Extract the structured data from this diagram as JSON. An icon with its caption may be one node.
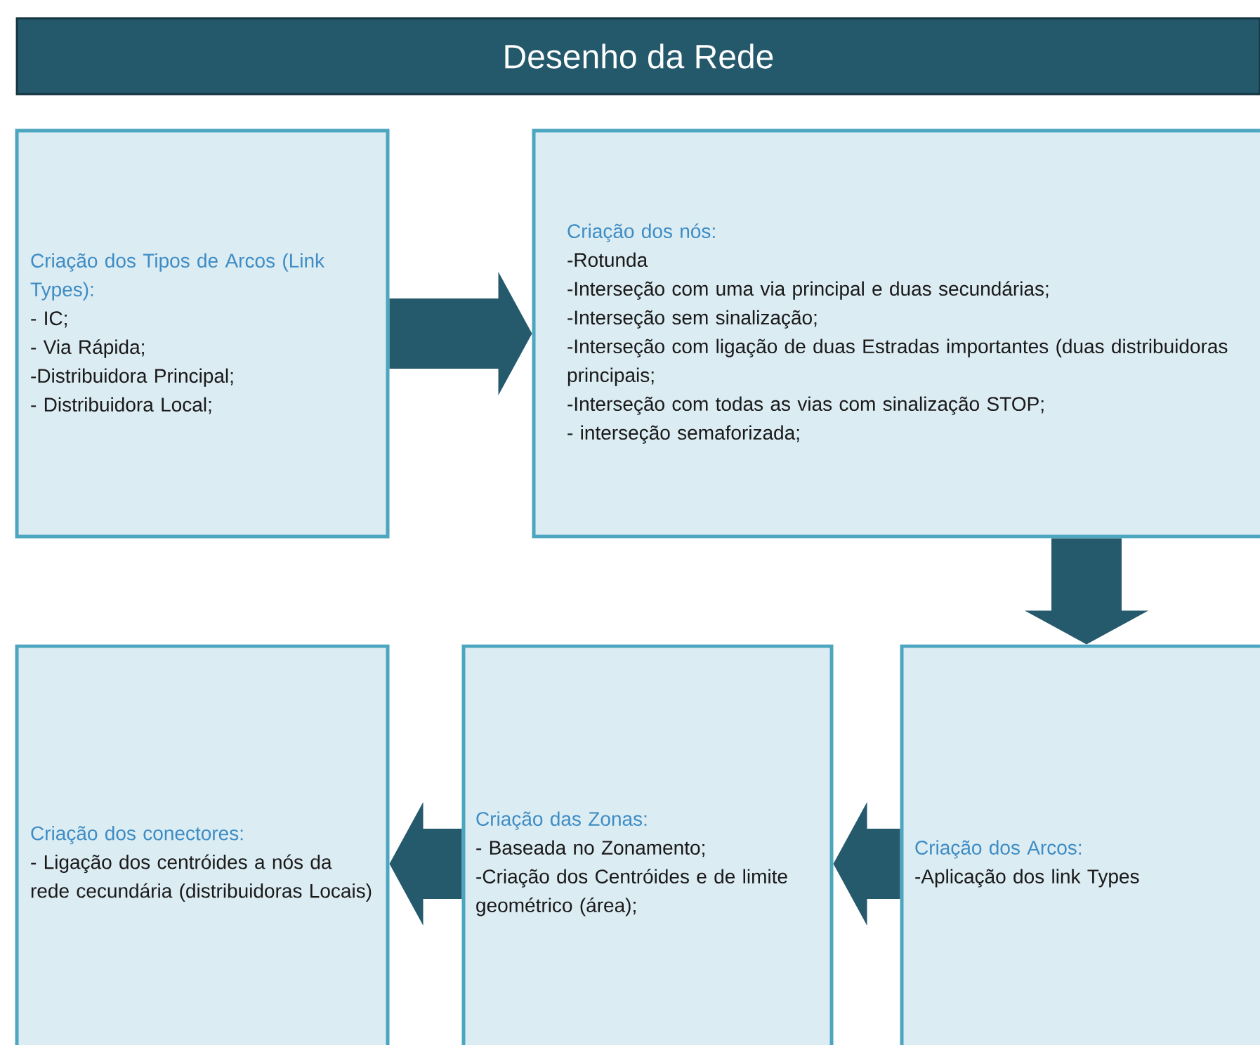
{
  "diagram": {
    "title": "Desenho da Rede",
    "nodes": [
      {
        "text": [
          "Criação dos Tipos de Arcos (Link Types):",
          "- IC;",
          "- Via Rápida;",
          "-Distribuidora Principal;",
          "- Distribuidora Local;"
        ]
      },
      {
        "text": [
          "Criação dos nós:",
          "-Rotunda",
          "-Interseção com uma via principal e duas secundárias;",
          "-Interseção sem sinalização;",
          "-Interseção com ligação de duas Estradas importantes (duas distribuidoras principais;",
          "-Interseção com todas as vias com sinalização STOP;",
          "- interseção semaforizada;"
        ]
      },
      {
        "text": [
          "Criação dos conectores:",
          "- Ligação dos centróides a nós da rede cecundária (distribuidoras Locais)"
        ]
      },
      {
        "text": [
          "Criação das Zonas:",
          "- Baseada no Zonamento;",
          "-Criação dos Centróides e de limite geométrico (área);"
        ]
      },
      {
        "text": [
          "Criação dos Arcos:",
          "-Aplicação dos link Types"
        ]
      }
    ],
    "edges": [
      {
        "from": 0,
        "to": 1,
        "arrow": "to"
      },
      {
        "from": 1,
        "to": 4,
        "arrow": "to"
      },
      {
        "from": 4,
        "to": 3,
        "arrow": "to"
      },
      {
        "from": 3,
        "to": 2,
        "arrow": "to"
      }
    ]
  }
}
